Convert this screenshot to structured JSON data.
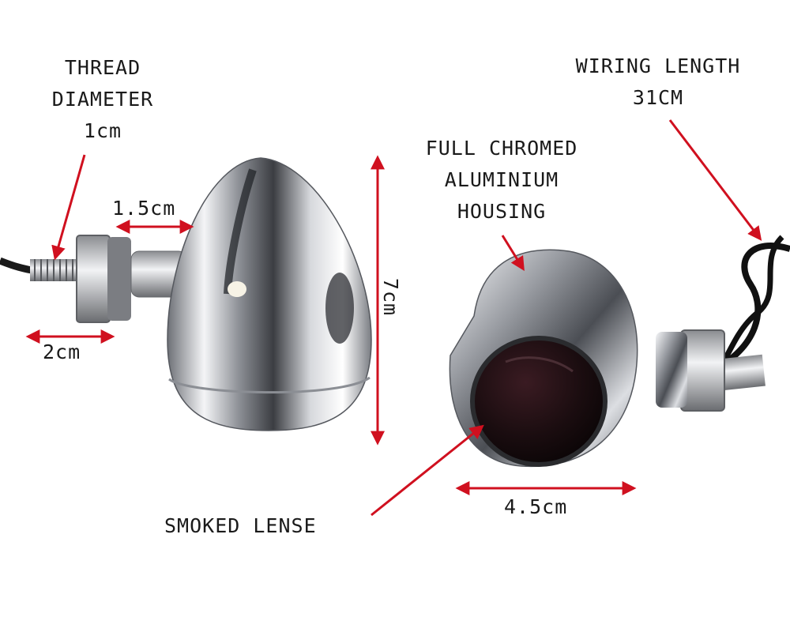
{
  "annotations": {
    "thread_diameter": {
      "line1": "THREAD",
      "line2": "DIAMETER",
      "value": "1cm"
    },
    "bolt_length": "1.5cm",
    "nut_width": "2cm",
    "height": "7cm",
    "housing": {
      "line1": "FULL CHROMED",
      "line2": "ALUMINIUM",
      "line3": "HOUSING"
    },
    "wiring_length": {
      "line1": "WIRING LENGTH",
      "value": "31CM"
    },
    "lens": "SMOKED LENSE",
    "lens_diameter": "4.5cm"
  },
  "colors": {
    "arrow": "#d0101f",
    "chrome": "#c9cbd0",
    "lens": "#1b0d10",
    "background": "#ffffff"
  }
}
